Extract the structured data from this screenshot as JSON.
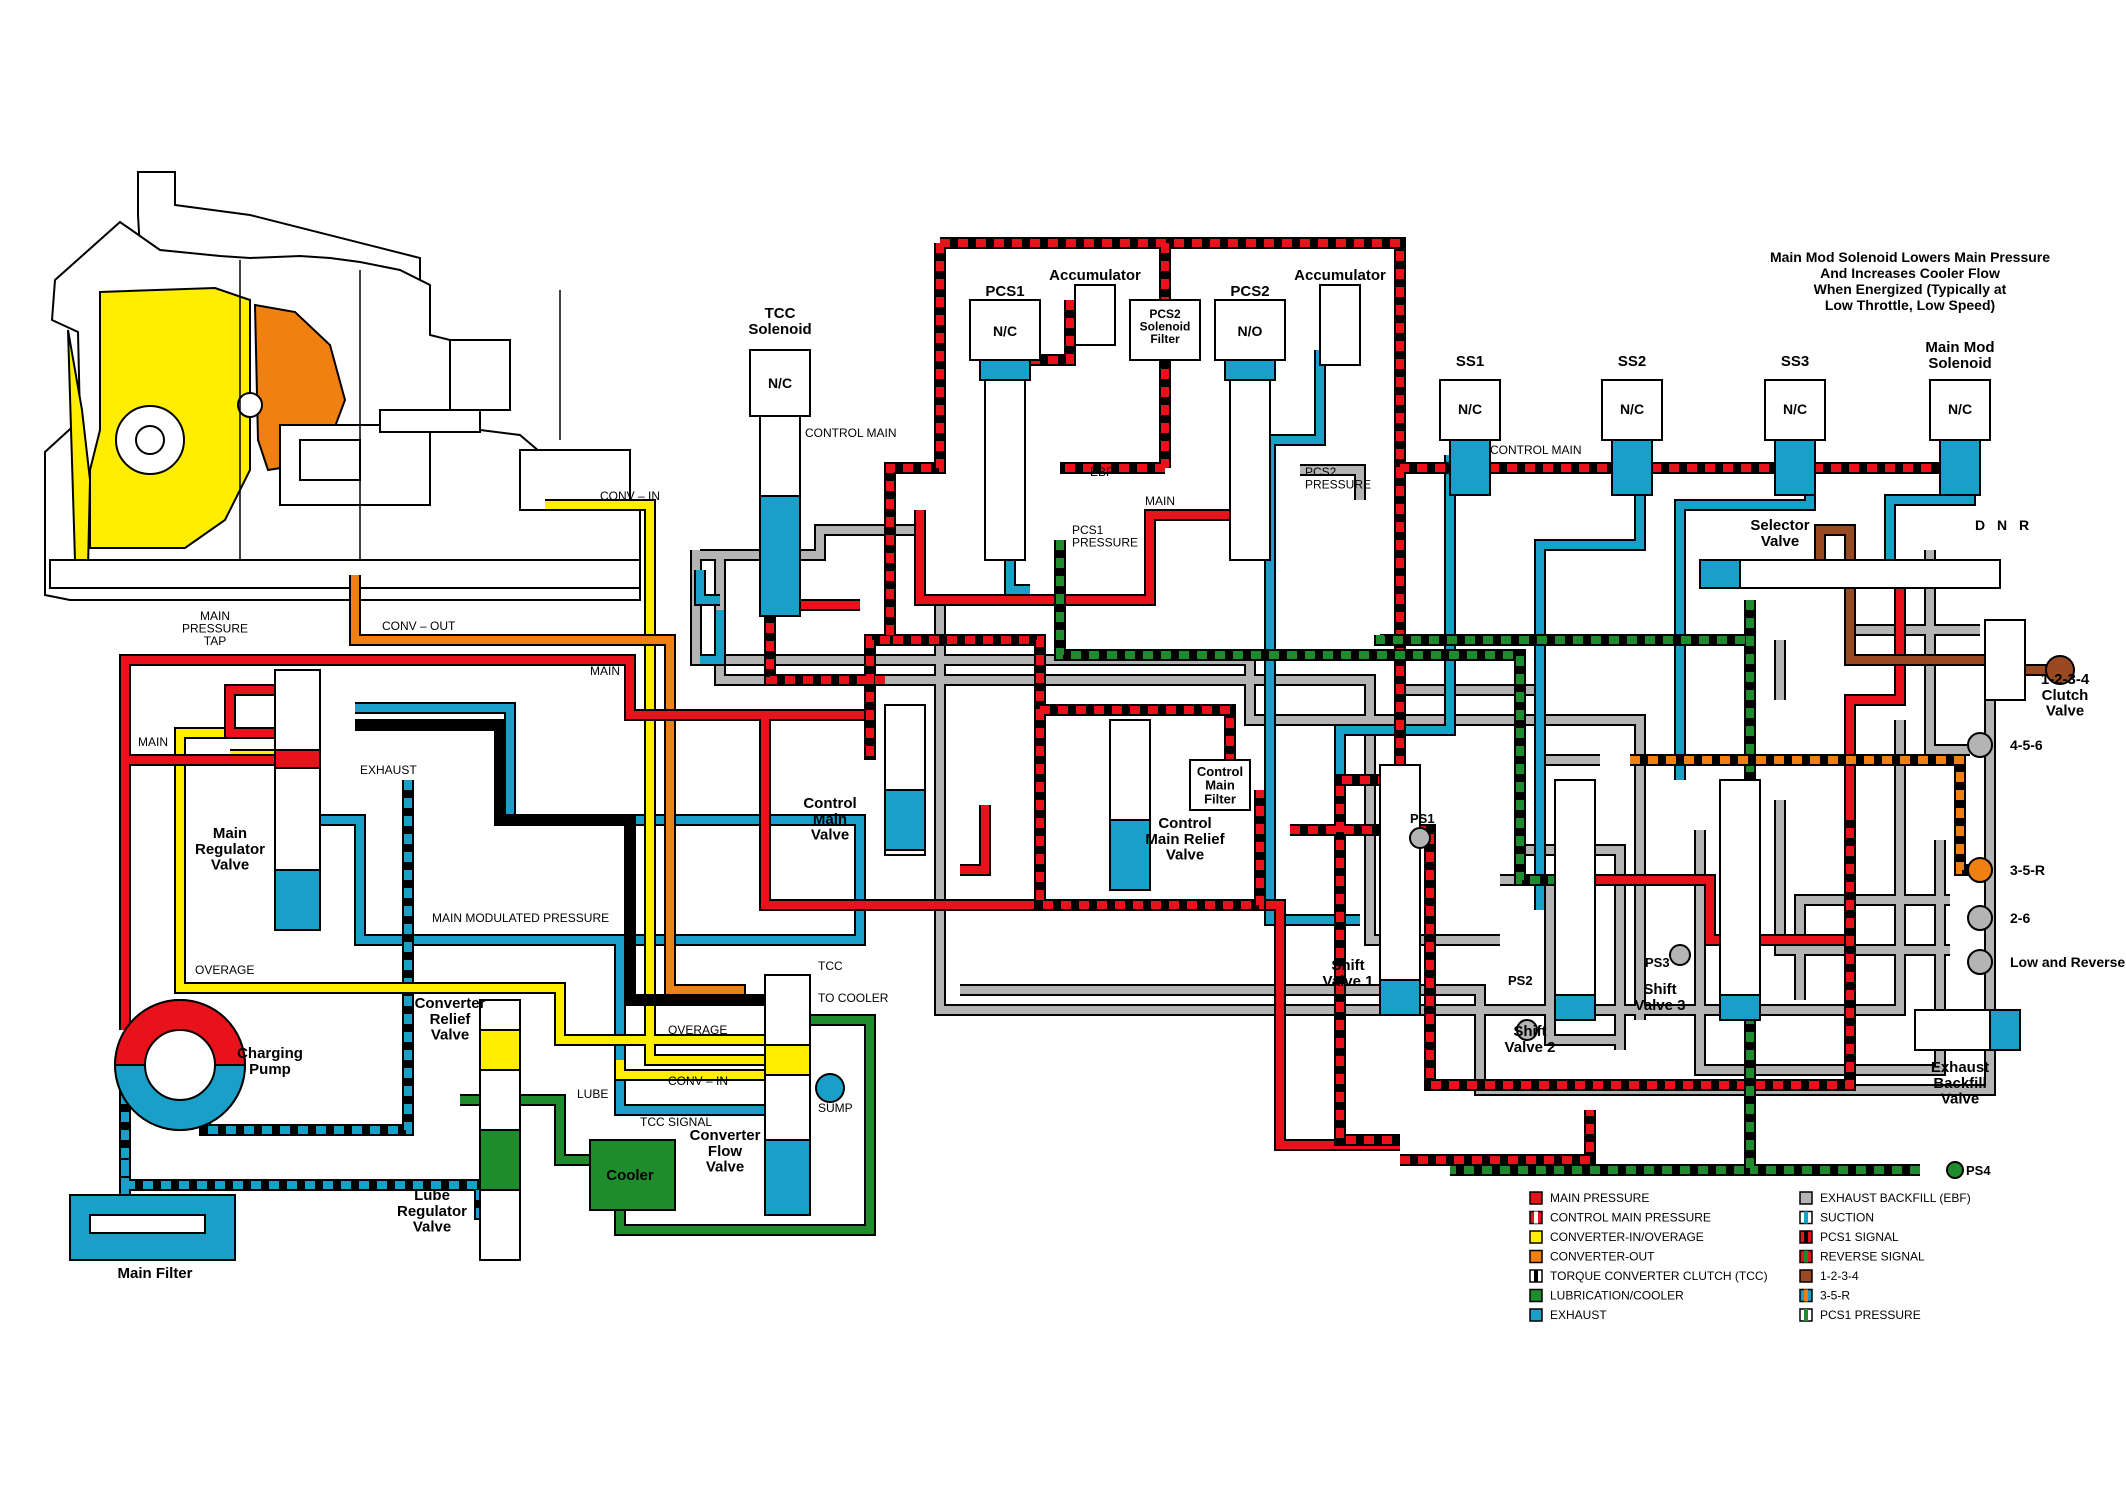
{
  "note": {
    "lines": [
      "Main Mod Solenoid Lowers Main Pressure",
      "And Increases Cooler Flow",
      "When Energized (Typically at",
      "Low Throttle, Low Speed)"
    ]
  },
  "colors": {
    "main": "#e8121a",
    "converter_in": "#ffee00",
    "converter_out": "#f08010",
    "lube": "#1e8c2d",
    "exhaust": "#1aa0c8",
    "ebf": "#b4b4b4",
    "pcs1_signal": "#000000",
    "clutch_1234": "#9a4a22"
  },
  "components": {
    "tcc_solenoid": "TCC\nSolenoid",
    "pcs1": "PCS1",
    "pcs2": "PCS2",
    "accumulator1": "Accumulator",
    "accumulator2": "Accumulator",
    "pcs2_filter": "PCS2\nSolenoid\nFilter",
    "ss1": "SS1",
    "ss2": "SS2",
    "ss3": "SS3",
    "main_mod": "Main Mod\nSolenoid",
    "nc": "N/C",
    "no": "N/O",
    "selector_valve": "Selector\nValve",
    "clutch_valve": "1-2-3-4\nClutch\nValve",
    "control_main_valve": "Control\nMain\nValve",
    "control_main_relief": "Control\nMain Relief\nValve",
    "control_main_filter": "Control\nMain\nFilter",
    "main_regulator": "Main\nRegulator\nValve",
    "charging_pump": "Charging\nPump",
    "converter_relief": "Converter\nRelief\nValve",
    "lube_regulator": "Lube\nRegulator\nValve",
    "cooler": "Cooler",
    "converter_flow": "Converter\nFlow\nValve",
    "main_filter": "Main Filter",
    "shift_valve_1": "Shift\nValve 1",
    "shift_valve_2": "Shift\nValve 2",
    "shift_valve_3": "Shift\nValve 3",
    "exhaust_backfill": "Exhaust\nBackfill\nValve",
    "dnr": [
      "D",
      "N",
      "R"
    ]
  },
  "line_labels": {
    "control_main_1": "CONTROL MAIN",
    "control_main_2": "CONTROL MAIN",
    "ebf": "EBF",
    "pcs1_pressure": "PCS1\nPRESSURE",
    "pcs2_pressure": "PCS2\nPRESSURE",
    "main_1": "MAIN",
    "main_2": "MAIN",
    "main_3": "MAIN",
    "conv_in_1": "CONV – IN",
    "conv_out_1": "CONV – OUT",
    "main_pressure_tap": "MAIN\nPRESSURE\nTAP",
    "tcc_signal_1": "TCC SIGNAL",
    "exhaust": "EXHAUST",
    "main_modulated": "MAIN MODULATED PRESSURE",
    "overage_1": "OVERAGE",
    "overage_2": "OVERAGE",
    "conv_out_2": "CONV – OUT",
    "conv_in_2": "CONV – IN",
    "tcc_signal_2": "TCC SIGNAL",
    "tcc": "TCC",
    "to_cooler": "TO COOLER",
    "sump": "SUMP",
    "lube": "LUBE"
  },
  "outputs": {
    "c456": "4-5-6",
    "c35r": "3-5-R",
    "c26": "2-6",
    "low_reverse": "Low and Reverse",
    "ps1": "PS1",
    "ps2": "PS2",
    "ps3": "PS3",
    "ps4": "PS4"
  },
  "legend": {
    "left": [
      "MAIN PRESSURE",
      "CONTROL MAIN PRESSURE",
      "CONVERTER-IN/OVERAGE",
      "CONVERTER-OUT",
      "TORQUE CONVERTER CLUTCH (TCC)",
      "LUBRICATION/COOLER",
      "EXHAUST"
    ],
    "right": [
      "EXHAUST BACKFILL (EBF)",
      "SUCTION",
      "PCS1 SIGNAL",
      "REVERSE SIGNAL",
      "1-2-3-4",
      "3-5-R",
      "PCS1 PRESSURE"
    ]
  }
}
